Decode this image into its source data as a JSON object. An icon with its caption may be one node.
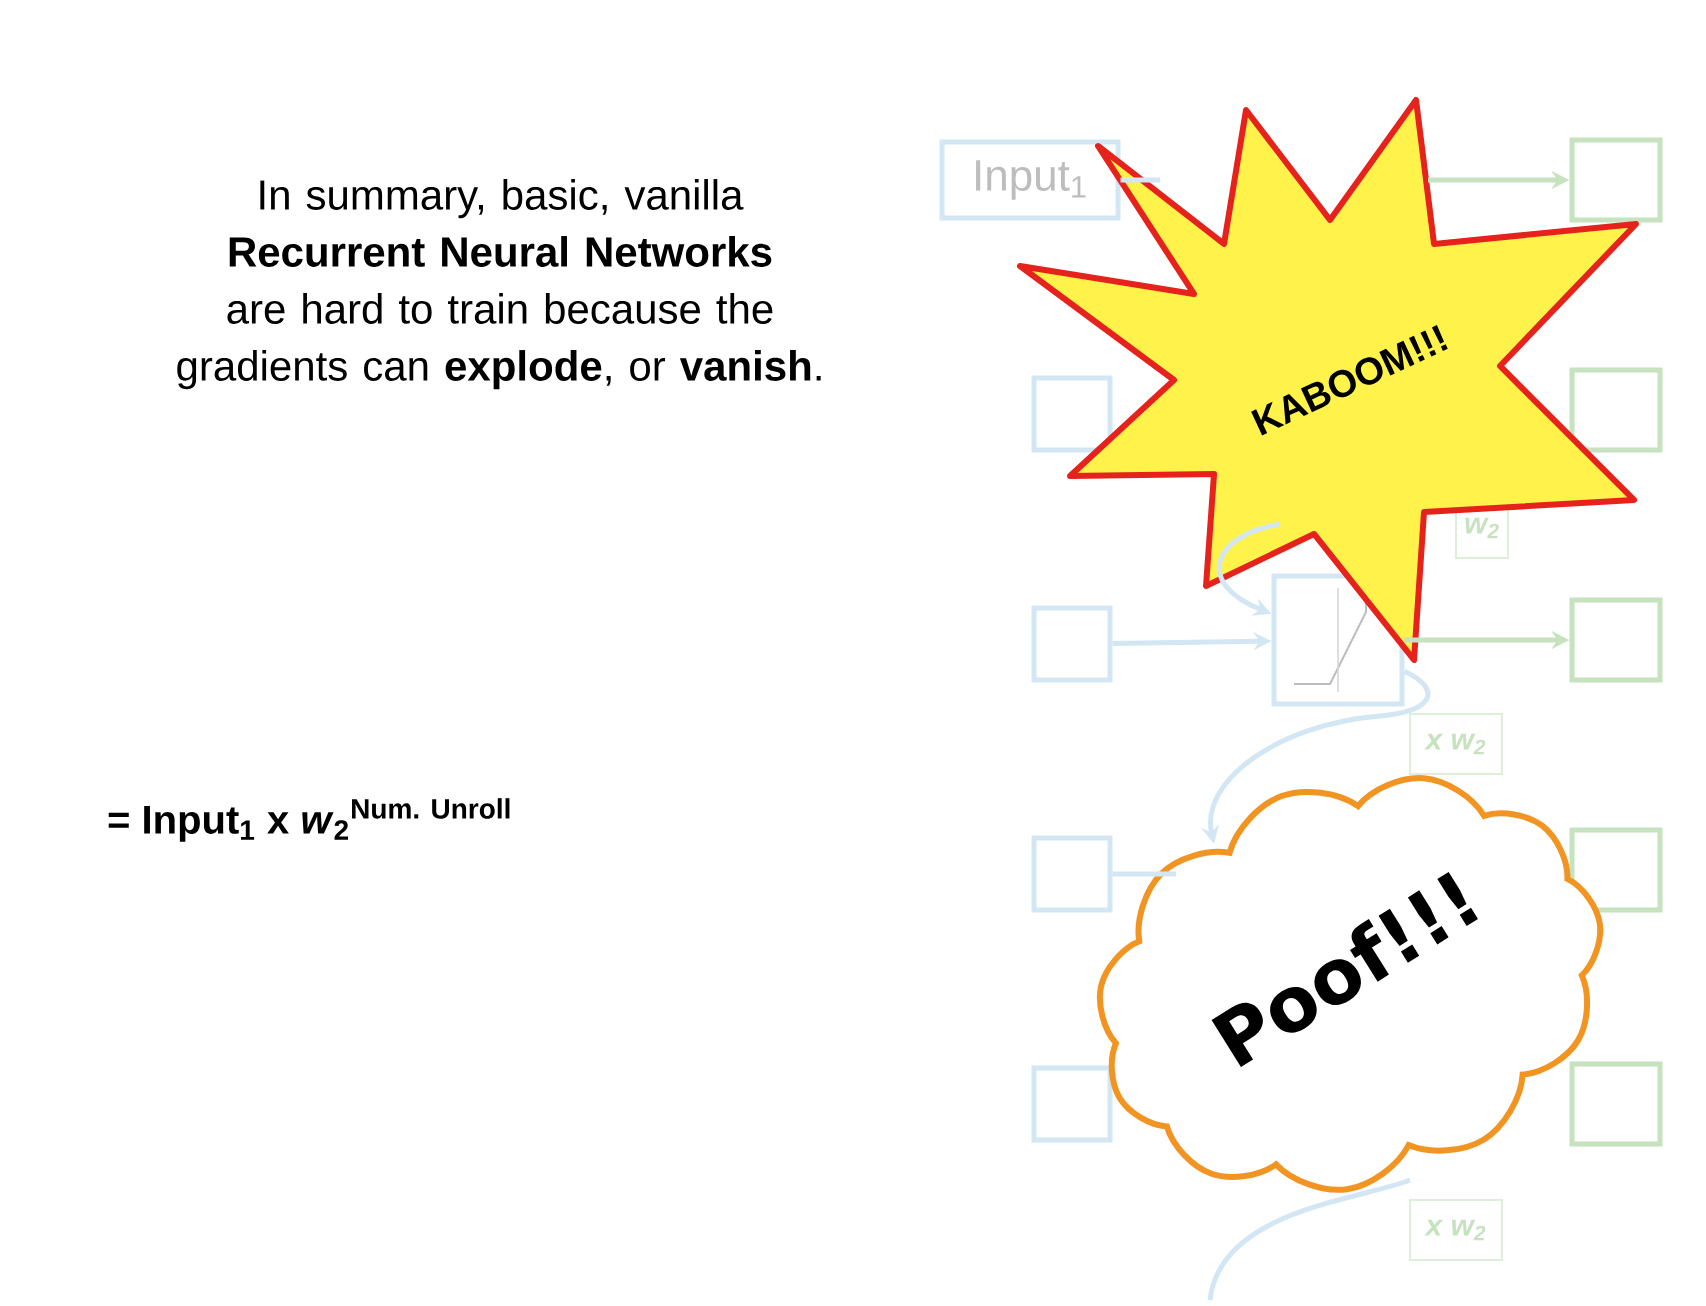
{
  "diagram": {
    "nodes": [
      {
        "text": [
          "Input$_{1}$"
        ]
      },
      {
        "text": [],
        "shape": "box"
      },
      {
        "text": [],
        "shape": "box"
      },
      {
        "text": [],
        "shape": "box"
      },
      {
        "text": [],
        "shape": "box"
      },
      {
        "text": [],
        "shape": "box"
      },
      {
        "text": [],
        "shape": "box"
      },
      {
        "text": [],
        "shape": "box"
      },
      {
        "text": [],
        "shape": "box"
      },
      {
        "text": [],
        "shape": "box"
      },
      {
        "text": [],
        "shape": "box"
      },
      {
        "text": [
          "w$_{2}$"
        ]
      },
      {
        "text": [
          "x w$_{2}$"
        ]
      },
      {
        "text": [
          "x w$_{2}$"
        ]
      },
      {
        "text": [
          "KABOOM!!!"
        ]
      },
      {
        "text": [
          "Poof!!!"
        ]
      }
    ],
    "edges": [
      {
        "from": 0,
        "to": 14,
        "arrow": "none"
      },
      {
        "from": 14,
        "to": 6,
        "arrow": "to",
        "color": "#c6e2bf"
      },
      {
        "from": 2,
        "to": 5,
        "arrow": "to"
      },
      {
        "from": 5,
        "to": 8,
        "arrow": "to",
        "color": "#c6e2bf"
      },
      {
        "from": 3,
        "to": 15,
        "arrow": "none"
      },
      {
        "from": 14,
        "to": 5,
        "arrow": "to"
      },
      {
        "from": 5,
        "to": 15,
        "arrow": "to"
      },
      {
        "from": 15,
        "to": null,
        "arrow": "none"
      }
    ],
    "labels": [
      "In summary, basic, vanilla **Recurrent Neural Networks** are hard to train because the gradients can **explode**, or **vanish**.",
      "= Input$_{1}$ x *w*$_{2}$$^{Num. Unroll}$"
    ]
  }
}
